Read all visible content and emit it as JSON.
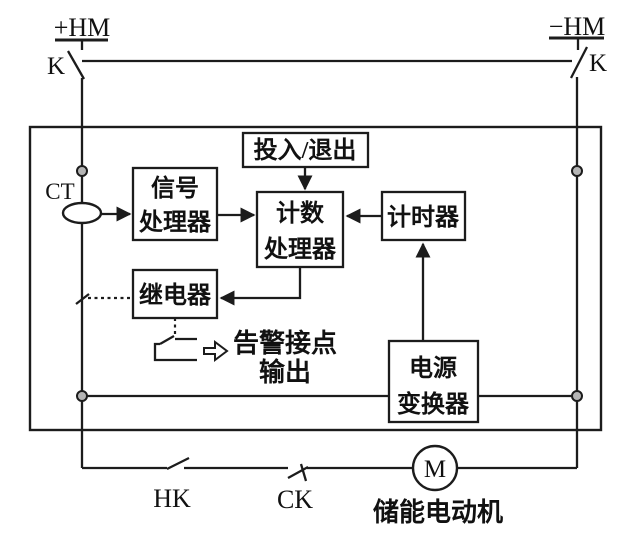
{
  "colors": {
    "background": "#ffffff",
    "line": "#1c1c1c"
  },
  "bus": {
    "positive_label": "+HM",
    "negative_label": "−HM",
    "switch_left_label": "K",
    "switch_right_label": "K"
  },
  "sensor": {
    "ct_label": "CT"
  },
  "blocks": {
    "engage": "投入/退出",
    "signal": {
      "line1": "信号",
      "line2": "处理器"
    },
    "counter": {
      "line1": "计数",
      "line2": "处理器"
    },
    "timer": "计时器",
    "relay": "继电器",
    "power": {
      "line1": "电源",
      "line2": "变换器"
    }
  },
  "alarm": {
    "line1": "告警接点",
    "line2": "输出"
  },
  "bottom": {
    "hk_label": "HK",
    "ck_label": "CK",
    "motor_letter": "M",
    "motor_caption": "储能电动机"
  }
}
